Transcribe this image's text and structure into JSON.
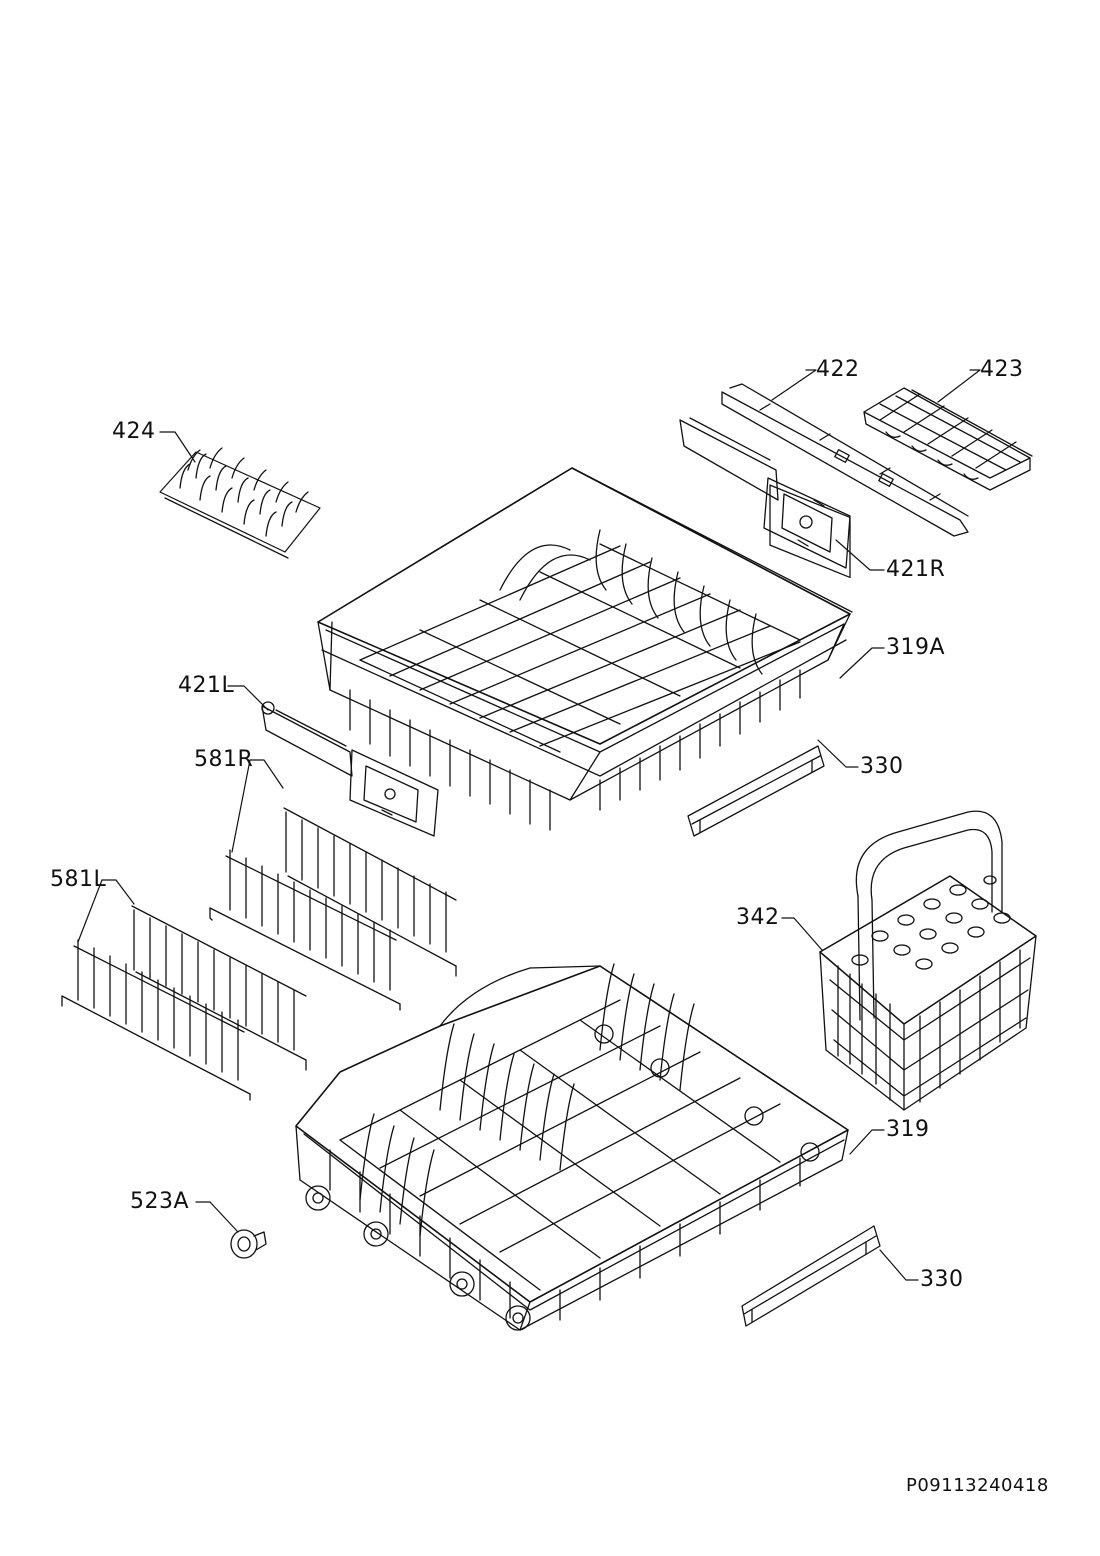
{
  "diagram": {
    "document_number": "P09113240418",
    "parts": [
      {
        "id": "p424",
        "label": "424"
      },
      {
        "id": "p422",
        "label": "422"
      },
      {
        "id": "p423",
        "label": "423"
      },
      {
        "id": "p421R",
        "label": "421R"
      },
      {
        "id": "p319A",
        "label": "319A"
      },
      {
        "id": "p421L",
        "label": "421L"
      },
      {
        "id": "p330a",
        "label": "330"
      },
      {
        "id": "p581R",
        "label": "581R"
      },
      {
        "id": "p581L",
        "label": "581L"
      },
      {
        "id": "p342",
        "label": "342"
      },
      {
        "id": "p319",
        "label": "319"
      },
      {
        "id": "p523A",
        "label": "523A"
      },
      {
        "id": "p330b",
        "label": "330"
      }
    ]
  }
}
